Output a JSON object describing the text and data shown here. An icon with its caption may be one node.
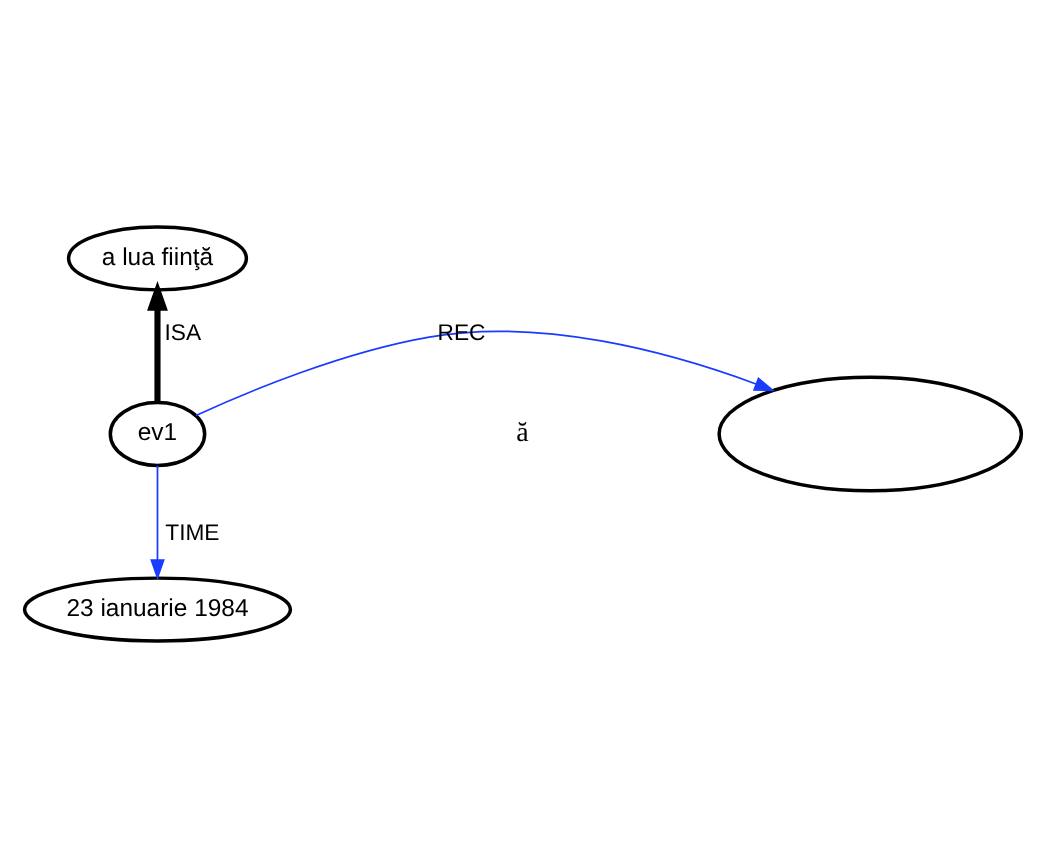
{
  "diagram": {
    "nodes": [
      {
        "text": [
          "a lua fiinţă"
        ]
      },
      {
        "text": [],
        "shape": "ellipse"
      },
      {
        "text": [
          "ev1"
        ]
      },
      {
        "text": [
          "23 ianuarie 1984"
        ]
      }
    ],
    "edges": [
      {
        "from": 2,
        "to": 0,
        "arrow": "to",
        "label": "ISA",
        "style": "thick",
        "color": "#000000"
      },
      {
        "from": 2,
        "to": 1,
        "arrow": "to",
        "label": "REC"
      },
      {
        "from": 2,
        "to": 3,
        "arrow": "to",
        "label": "TIME"
      }
    ],
    "labels": [
      "ă"
    ]
  }
}
